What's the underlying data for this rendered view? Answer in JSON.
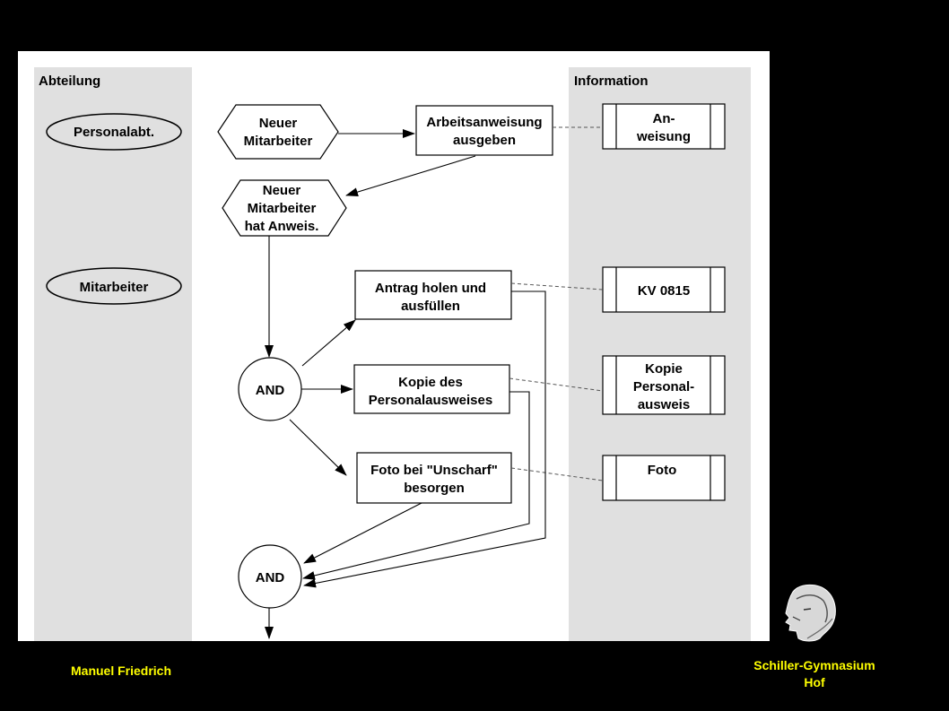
{
  "header_left": "Abteilung",
  "header_right": "Information",
  "departments": [
    "Personalabt.",
    "Mitarbeiter"
  ],
  "events": {
    "neuer_mitarbeiter": [
      "Neuer",
      "Mitarbeiter"
    ],
    "hat_anweisung": [
      "Neuer",
      "Mitarbeiter",
      "hat Anweis."
    ]
  },
  "functions": {
    "arbeitsanweisung": [
      "Arbeitsanweisung",
      "ausgeben"
    ],
    "antrag": [
      "Antrag holen und",
      "ausfüllen"
    ],
    "kopie": [
      "Kopie des",
      "Personalausweises"
    ],
    "foto": [
      "Foto bei \"Unscharf\"",
      "besorgen"
    ]
  },
  "connectors": {
    "and_top": "AND",
    "and_bottom": "AND"
  },
  "documents": {
    "anweisung": [
      "An-",
      "weisung"
    ],
    "kv": [
      "KV 0815"
    ],
    "kopie_ausweis": [
      "Kopie",
      "Personal-",
      "ausweis"
    ],
    "foto": [
      "Foto"
    ]
  },
  "footer": {
    "author": "Manuel  Friedrich",
    "school_line1": "Schiller-Gymnasium",
    "school_line2": "Hof"
  },
  "colors": {
    "lane_bg": "#e0e0e0",
    "footer_text": "#ffff00",
    "background": "#000000"
  }
}
